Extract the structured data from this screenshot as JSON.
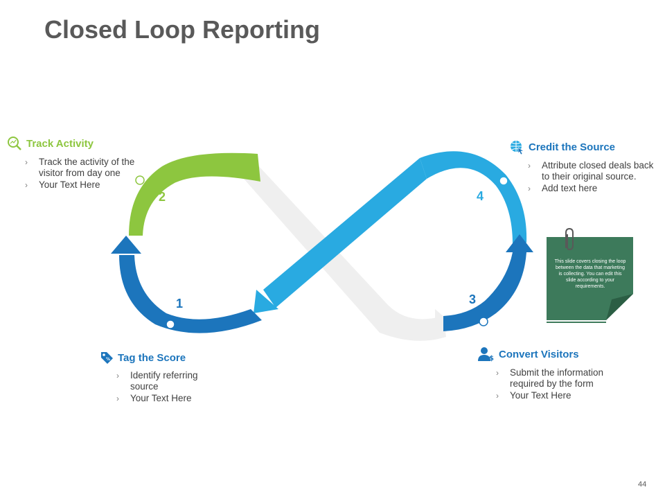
{
  "slide": {
    "title": "Closed Loop Reporting",
    "page_number": "44"
  },
  "steps": [
    {
      "number": "1",
      "title": "Tag the Score",
      "icon": "tag-icon",
      "bullets": [
        "Identify referring source",
        "Your Text Here"
      ]
    },
    {
      "number": "2",
      "title": "Track Activity",
      "icon": "magnifier-chart-icon",
      "bullets": [
        "Track the activity of the visitor from day one",
        "Your Text Here"
      ]
    },
    {
      "number": "3",
      "title": "Convert Visitors",
      "icon": "user-dollar-icon",
      "bullets": [
        "Submit the information required by the form",
        "Your Text Here"
      ]
    },
    {
      "number": "4",
      "title": "Credit the Source",
      "icon": "globe-cursor-icon",
      "bullets": [
        "Attribute closed deals back to their original source.",
        "Add text here"
      ]
    }
  ],
  "note": {
    "text": "This slide covers closing the loop between the data that marketing is collecting. You can edit this slide according to your requirements."
  },
  "colors": {
    "green": "#8dc63f",
    "dark_blue": "#1c75bc",
    "light_blue": "#29aae1",
    "grey_band": "#f0f0f0",
    "note_green": "#3d7a5b",
    "title_grey": "#595959"
  }
}
